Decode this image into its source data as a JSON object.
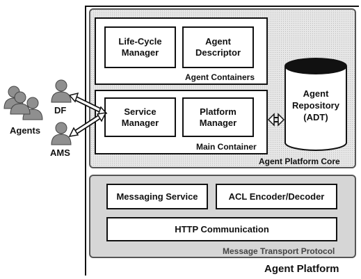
{
  "platform": {
    "title": "Agent Platform",
    "core": {
      "title": "Agent Platform Core",
      "containers": {
        "title": "Agent Containers",
        "boxes": [
          "Life-Cycle\nManager",
          "Agent\nDescriptor"
        ]
      },
      "main_container": {
        "title": "Main Container",
        "boxes": [
          "Service\nManager",
          "Platform\nManager"
        ]
      },
      "repository": "Agent\nRepository\n(ADT)"
    },
    "transport": {
      "title": "Message Transport Protocol",
      "services": [
        "Messaging Service",
        "ACL Encoder/Decoder"
      ],
      "communication": "HTTP Communication"
    }
  },
  "external": {
    "agents_label": "Agents",
    "df_label": "DF",
    "ams_label": "AMS"
  },
  "colors": {
    "core_fill": "#e7e7e7",
    "transport_fill": "#d6d6d6",
    "outline": "#111111",
    "agent_icon": "#8f8f8f"
  }
}
